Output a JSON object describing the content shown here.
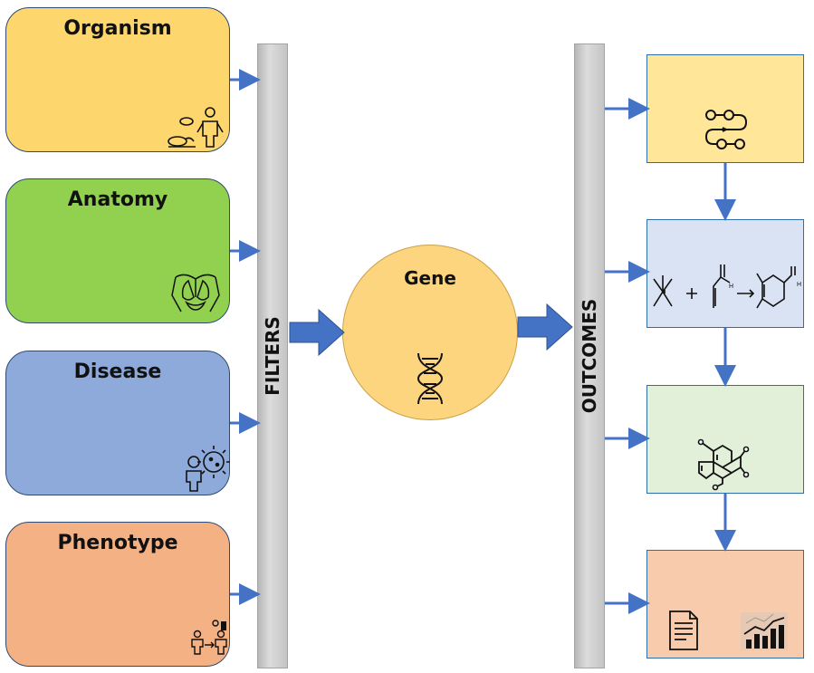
{
  "sources": [
    {
      "label": "Organism",
      "color": "#fdd66d",
      "icon": "organism-icon"
    },
    {
      "label": "Anatomy",
      "color": "#92d050",
      "icon": "anatomy-icon"
    },
    {
      "label": "Disease",
      "color": "#8eaadb",
      "icon": "disease-icon"
    },
    {
      "label": "Phenotype",
      "color": "#f4b183",
      "icon": "phenotype-icon"
    }
  ],
  "filters_label": "FILTERS",
  "gene_label": "Gene",
  "outcomes_label": "OUTCOMES",
  "outcomes": [
    {
      "color": "#ffe699",
      "icon": "pathway-icon"
    },
    {
      "color": "#dae3f3",
      "icon": "reaction-icon"
    },
    {
      "color": "#e2f0d9",
      "icon": "molecule-icon"
    },
    {
      "color": "#f8cbad",
      "icon": "report-chart-icon"
    }
  ],
  "colors": {
    "arrow": "#4472c4",
    "bar": "#c8c8c8",
    "gene": "#fdd57e"
  }
}
